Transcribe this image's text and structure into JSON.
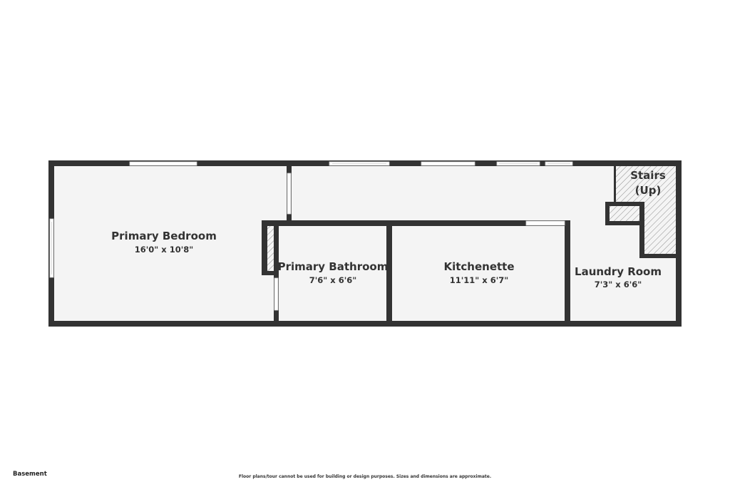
{
  "floor_label": "Basement",
  "disclaimer": "Floor plans/tour cannot be used for building or design purposes. Sizes and dimensions are approximate.",
  "colors": {
    "wall": "#333333",
    "floor": "#f4f4f4",
    "window": "#ffffff",
    "text": "#333333"
  },
  "rooms": {
    "primary_bedroom": {
      "name": "Primary Bedroom",
      "dims": "16'0\" x 10'8\""
    },
    "primary_bathroom": {
      "name": "Primary Bathroom",
      "dims": "7'6\" x 6'6\""
    },
    "kitchenette": {
      "name": "Kitchenette",
      "dims": "11'11\" x 6'7\""
    },
    "laundry_room": {
      "name": "Laundry Room",
      "dims": "7'3\" x 6'6\""
    },
    "stairs": {
      "line1": "Stairs",
      "line2": "(Up)"
    }
  }
}
